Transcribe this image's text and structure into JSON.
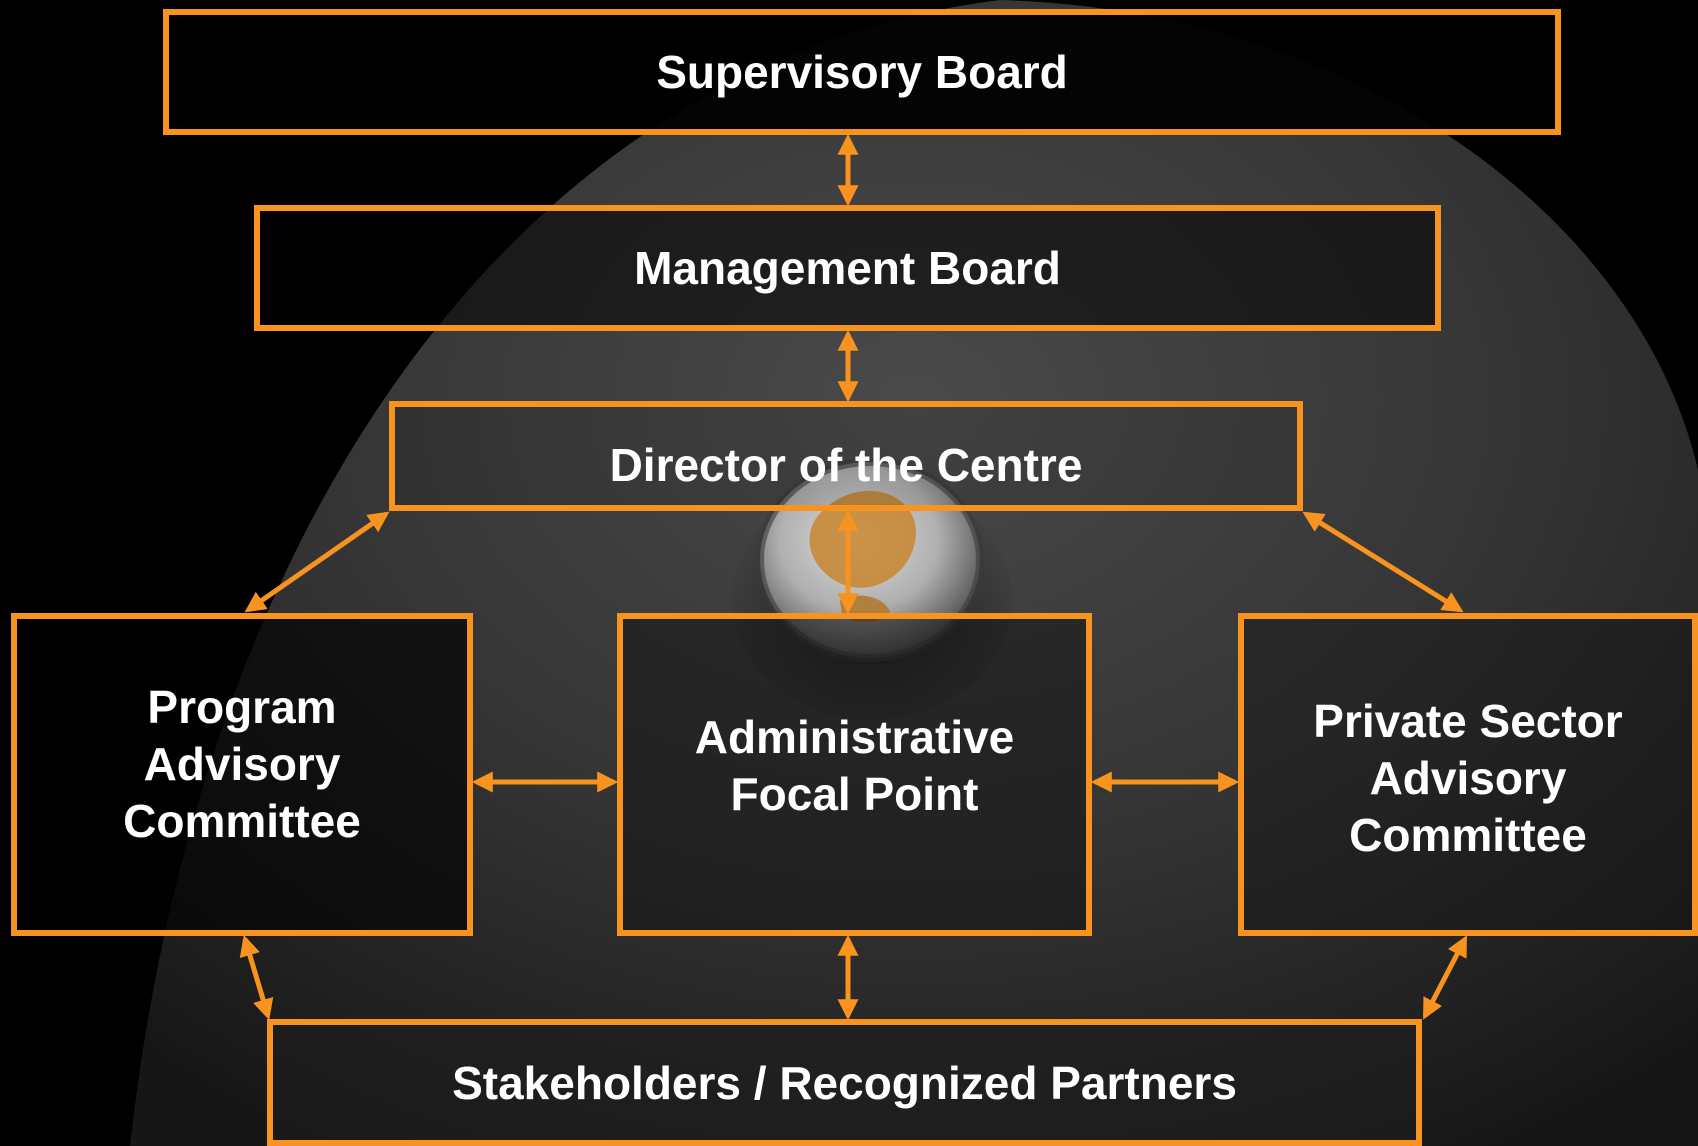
{
  "colors": {
    "accent": "#F7931E",
    "text": "#FFFFFF",
    "background": "#000000"
  },
  "diagram": {
    "nodes": {
      "supervisory_board": "Supervisory Board",
      "management_board": "Management Board",
      "director": "Director of the Centre",
      "program_advisory": [
        "Program",
        "Advisory",
        "Committee"
      ],
      "admin_focal": [
        "Administrative",
        "Focal Point"
      ],
      "private_sector_advisory": [
        "Private Sector",
        "Advisory",
        "Committee"
      ],
      "stakeholders": "Stakeholders / Recognized Partners"
    },
    "edges": [
      {
        "from": "supervisory_board",
        "to": "management_board",
        "type": "bidirectional"
      },
      {
        "from": "management_board",
        "to": "director",
        "type": "bidirectional"
      },
      {
        "from": "director",
        "to": "program_advisory",
        "type": "bidirectional"
      },
      {
        "from": "director",
        "to": "admin_focal",
        "type": "bidirectional"
      },
      {
        "from": "director",
        "to": "private_sector_advisory",
        "type": "bidirectional"
      },
      {
        "from": "program_advisory",
        "to": "admin_focal",
        "type": "bidirectional"
      },
      {
        "from": "admin_focal",
        "to": "private_sector_advisory",
        "type": "bidirectional"
      },
      {
        "from": "program_advisory",
        "to": "stakeholders",
        "type": "bidirectional"
      },
      {
        "from": "admin_focal",
        "to": "stakeholders",
        "type": "bidirectional"
      },
      {
        "from": "private_sector_advisory",
        "to": "stakeholders",
        "type": "bidirectional"
      }
    ]
  }
}
